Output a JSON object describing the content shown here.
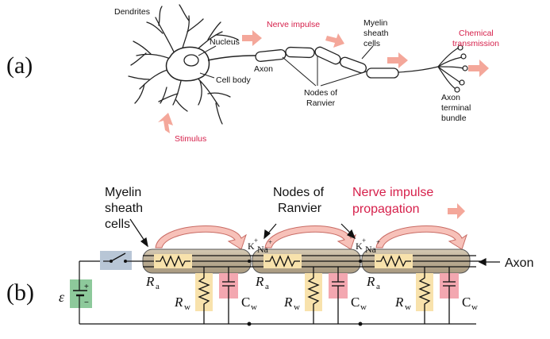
{
  "panel_a": {
    "label": "(a)",
    "dendrites": "Dendrites",
    "nucleus": "Nucleus",
    "nerve_impulse": "Nerve impulse",
    "myelin_line1": "Myelin",
    "myelin_line2": "sheath",
    "myelin_line3": "cells",
    "chemical_line1": "Chemical",
    "chemical_line2": "transmission",
    "axon": "Axon",
    "cell_body": "Cell body",
    "nodes_line1": "Nodes of",
    "nodes_line2": "Ranvier",
    "terminal_line1": "Axon",
    "terminal_line2": "terminal",
    "terminal_line3": "bundle",
    "stimulus": "Stimulus"
  },
  "panel_b": {
    "label": "(b)",
    "myelin_line1": "Myelin",
    "myelin_line2": "sheath",
    "myelin_line3": "cells",
    "nodes_line1": "Nodes of",
    "nodes_line2": "Ranvier",
    "propagation_line1": "Nerve impulse",
    "propagation_line2": "propagation",
    "axon": "Axon",
    "emf": "ε",
    "ion_k": "K",
    "ion_na": "Na",
    "plus": "+",
    "minus": "−",
    "ra_main": "R",
    "ra_sub": "a",
    "rw_main": "R",
    "rw_sub": "w",
    "cw_main": "C",
    "cw_sub": "w"
  },
  "colors": {
    "accent_red": "#d6204b",
    "salmon_arrow": "#f4a79a",
    "sheath_fill": "#c2b49c",
    "resistor_box": "#f8e2ac",
    "capacitor_box": "#f3a7b0",
    "battery_box": "#8dc99b",
    "switch_box": "#b8c6d6"
  }
}
